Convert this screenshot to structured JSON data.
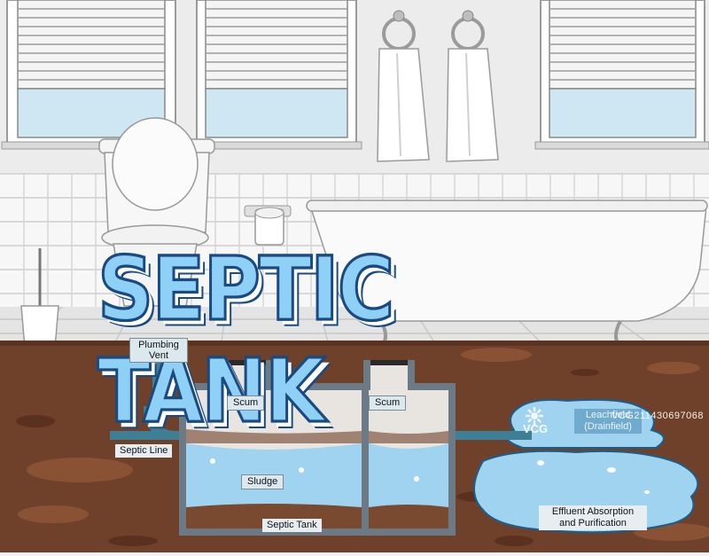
{
  "title": "SEPTIC TANK",
  "labels": {
    "plumbing_vent": "Plumbing Vent",
    "scum_left": "Scum",
    "scum_right": "Scum",
    "septic_line": "Septic Line",
    "sludge": "Sludge",
    "septic_tank": "Septic Tank",
    "leachfield": "Leachfield (Drainfield)",
    "effluent": "Effluent Absorption and Purification"
  },
  "watermark": {
    "logo": "VCG",
    "text": "VCG211430697068"
  },
  "colors": {
    "soil": "#70412a",
    "tank_wall": "#6b7a84",
    "water": "#9fd3f0",
    "pipe": "#3e7f96",
    "title_fill": "#8fd0f6",
    "title_outline": "#1a4a80"
  }
}
